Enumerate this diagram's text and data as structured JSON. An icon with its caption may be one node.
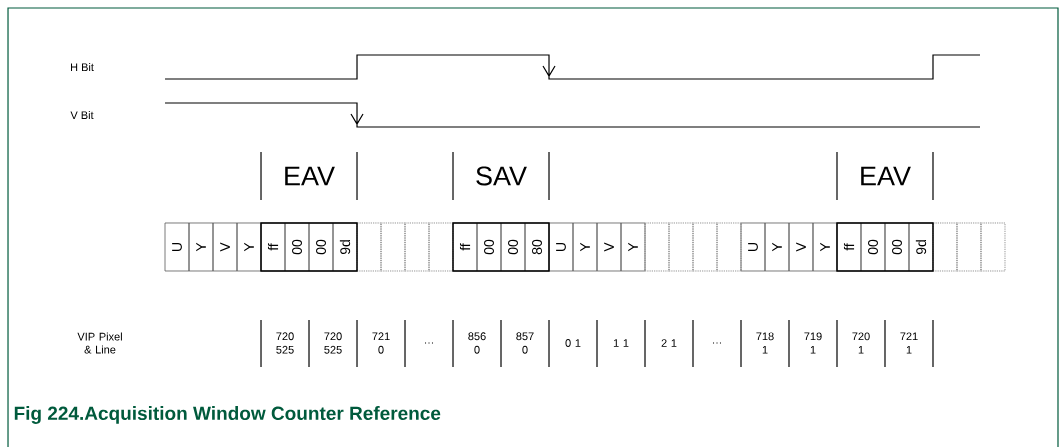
{
  "diagram": {
    "caption": "Fig 224.Acquisition Window Counter Reference",
    "nodes": [
      {
        "text": [
          "U"
        ]
      },
      {
        "text": [
          "Y"
        ]
      },
      {
        "text": [
          "V"
        ]
      },
      {
        "text": [
          "Y"
        ]
      },
      {
        "text": [
          "ff"
        ]
      },
      {
        "text": [
          "00"
        ]
      },
      {
        "text": [
          "00"
        ]
      },
      {
        "text": [
          "9d"
        ]
      },
      {
        "text": [],
        "shape": "box"
      },
      {
        "text": [],
        "shape": "box"
      },
      {
        "text": [],
        "shape": "box"
      },
      {
        "text": [],
        "shape": "box"
      },
      {
        "text": [
          "ff"
        ]
      },
      {
        "text": [
          "00"
        ]
      },
      {
        "text": [
          "00"
        ]
      },
      {
        "text": [
          "80"
        ]
      },
      {
        "text": [
          "U"
        ]
      },
      {
        "text": [
          "Y"
        ]
      },
      {
        "text": [
          "V"
        ]
      },
      {
        "text": [
          "Y"
        ]
      },
      {
        "text": [],
        "shape": "box"
      },
      {
        "text": [],
        "shape": "box"
      },
      {
        "text": [],
        "shape": "box"
      },
      {
        "text": [],
        "shape": "box"
      },
      {
        "text": [
          "U"
        ]
      },
      {
        "text": [
          "Y"
        ]
      },
      {
        "text": [
          "V"
        ]
      },
      {
        "text": [
          "Y"
        ]
      },
      {
        "text": [
          "ff"
        ]
      },
      {
        "text": [
          "00"
        ]
      },
      {
        "text": [
          "00"
        ]
      },
      {
        "text": [
          "9d"
        ]
      },
      {
        "text": [],
        "shape": "box"
      },
      {
        "text": [],
        "shape": "box"
      },
      {
        "text": [],
        "shape": "box"
      }
    ],
    "labels": [
      "H Bit",
      "V Bit",
      "EAV",
      "SAV",
      "EAV",
      "VIP Pixel & Line",
      "720 525",
      "720 525",
      "721 0",
      "…",
      "856 0",
      "857 0",
      "0 1",
      "1 1",
      "2 1",
      "…",
      "718 1",
      "719 1",
      "720 1",
      "721 1"
    ]
  }
}
